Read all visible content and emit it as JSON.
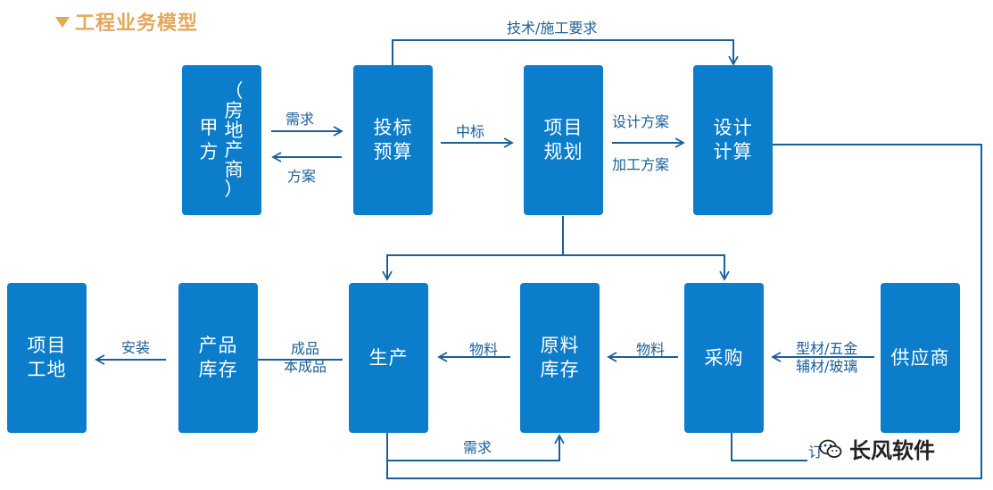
{
  "title": "工程业务模型",
  "colors": {
    "box": "#0b7dca",
    "arrow": "#1b5f99",
    "title": "#e3a85a"
  },
  "boxes": {
    "jiafang_main": "甲\n方",
    "jiafang_paren": "（\n房\n地\n产\n商\n）",
    "toubiao": "投标\n预算",
    "xiangmu_guihua": "项目\n规划",
    "sheji": "设计\n计算",
    "xiangmu_gongdi": "项目\n工地",
    "chanpin": "产品\n库存",
    "shengchan": "生产",
    "yuanliao": "原料\n库存",
    "caigou": "采购",
    "gongying": "供应商"
  },
  "labels": {
    "xuqiu1": "需求",
    "fangan": "方案",
    "zhongbiao": "中标",
    "sheji_fangan": "设计方案",
    "jiagong_fangan": "加工方案",
    "jishu": "技术/施工要求",
    "anzhuang": "安装",
    "chengpin": "成品\n本成品",
    "wuliao1": "物料",
    "wuliao2": "物料",
    "xingcai": "型材/五金\n辅材/玻璃",
    "xuqiu2": "需求",
    "dinggou": "订"
  },
  "watermark": {
    "text": "长风软件",
    "icon": "wechat-icon"
  }
}
